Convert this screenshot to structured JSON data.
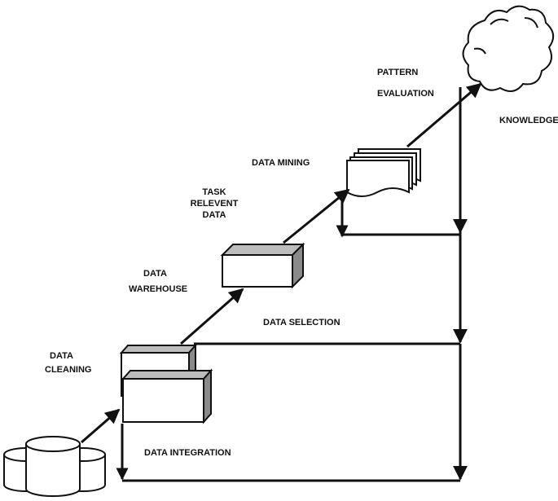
{
  "labels": {
    "pattern_evaluation": [
      "PATTERN",
      "EVALUATION"
    ],
    "knowledge": "KNOWLEDGE",
    "data_mining": "DATA MINING",
    "task_relevent_data": [
      "TASK",
      "RELEVENT",
      "DATA"
    ],
    "data_warehouse": [
      "DATA",
      "WAREHOUSE"
    ],
    "data_selection": "DATA SELECTION",
    "data_cleaning": [
      "DATA",
      "CLEANING"
    ],
    "data_integration": "DATA INTEGRATION"
  },
  "colors": {
    "stroke": "#111111",
    "fill": "#ffffff",
    "shade": "#bdbdbd",
    "shade_dark": "#8a8a8a"
  }
}
